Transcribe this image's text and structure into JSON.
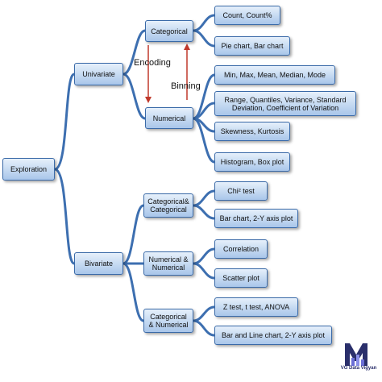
{
  "colors": {
    "connector": "#3d6fb0",
    "arrow": "#c0392b",
    "node_border": "#3a6aa8"
  },
  "nodes": {
    "exploration": "Exploration",
    "univariate": "Univariate",
    "bivariate": "Bivariate",
    "categorical": "Categorical",
    "numerical": "Numerical",
    "count": "Count, Count%",
    "pie_bar": "Pie chart, Bar chart",
    "minmax": "Min, Max, Mean, Median, Mode",
    "range": "Range, Quantiles, Variance, Standard Deviation, Coefficient of Variation",
    "skew": "Skewness, Kurtosis",
    "histogram": "Histogram, Box plot",
    "cat_cat": "Categorical& Categorical",
    "num_num": "Numerical & Numerical",
    "cat_num": "Categorical & Numerical",
    "chi": "Chi² test",
    "bar_2y": "Bar chart, 2-Y axis plot",
    "correlation": "Correlation",
    "scatter": "Scatter plot",
    "ztest": "Z test, t test, ANOVA",
    "bar_line": "Bar and Line chart, 2-Y axis plot"
  },
  "labels": {
    "encoding": "Encoding",
    "binning": "Binning"
  },
  "logo": {
    "text": "VG Data Vigyan",
    "icon": "vg-logo-icon"
  }
}
